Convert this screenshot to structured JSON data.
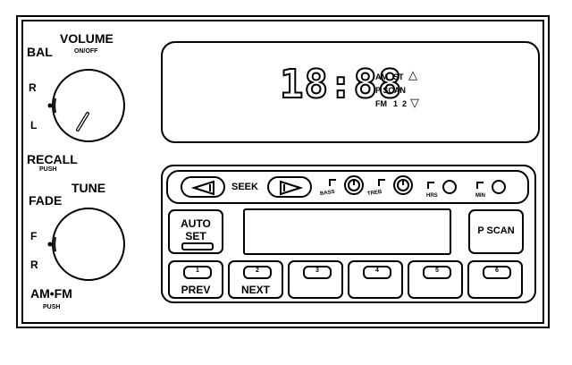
{
  "left_panel": {
    "bal": "BAL",
    "volume": "VOLUME",
    "onoff": "ON/OFF",
    "r": "R",
    "l": "L",
    "recall": "RECALL",
    "recall_push": "PUSH",
    "tune": "TUNE",
    "fade": "FADE",
    "f": "F",
    "r2": "R",
    "amfm": "AM•FM",
    "amfm_push": "PUSH"
  },
  "display": {
    "digits": "18:88",
    "am": "AM",
    "st": "ST",
    "up_arrow": "△",
    "pscan": "P SCAN",
    "fm": "FM",
    "fm1": "1",
    "fm2": "2",
    "down_arrow": "▽"
  },
  "controls": {
    "seek": "SEEK",
    "bass": "BASS",
    "treb": "TREB",
    "hrs": "HRS",
    "min": "MIN",
    "auto": "AUTO",
    "set": "SET",
    "pscan_button": "P SCAN"
  },
  "presets": [
    {
      "number": "1",
      "label": "PREV"
    },
    {
      "number": "2",
      "label": "NEXT"
    },
    {
      "number": "3",
      "label": ""
    },
    {
      "number": "4",
      "label": ""
    },
    {
      "number": "5",
      "label": ""
    },
    {
      "number": "6",
      "label": ""
    }
  ],
  "icons": {
    "seek_left": "left-triangle-icon",
    "seek_right": "right-triangle-icon"
  }
}
